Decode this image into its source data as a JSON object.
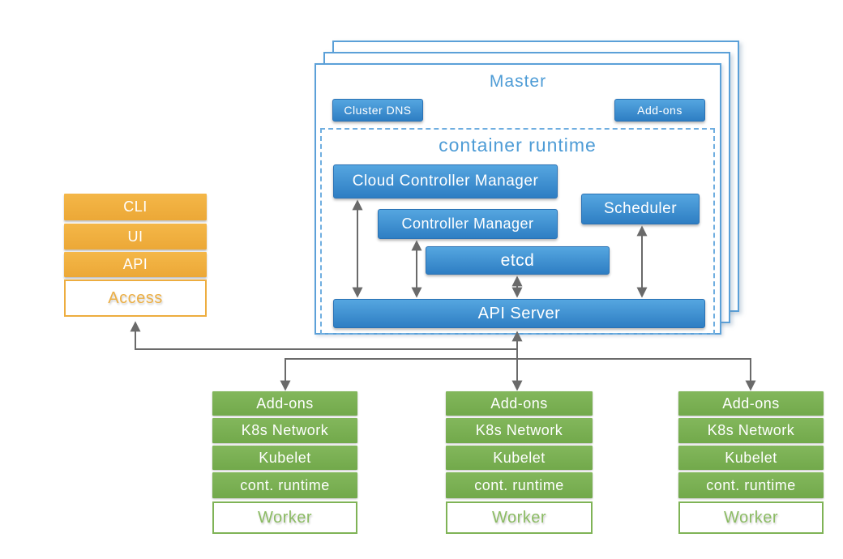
{
  "diagram": {
    "master": {
      "title": "Master",
      "cluster_dns_label": "Cluster DNS",
      "addons_label": "Add-ons",
      "container_runtime": {
        "title": "container runtime",
        "cloud_controller_manager": "Cloud Controller Manager",
        "controller_manager": "Controller Manager",
        "scheduler": "Scheduler",
        "etcd": "etcd",
        "api_server": "API Server"
      }
    },
    "access_stack": {
      "items": [
        "CLI",
        "UI",
        "API"
      ],
      "label": "Access"
    },
    "worker_stack": {
      "rows": [
        "Add-ons",
        "K8s Network",
        "Kubelet",
        "cont. runtime"
      ],
      "label": "Worker",
      "count": 3
    },
    "colors": {
      "blue_component_top": "#55A6E0",
      "blue_component_bottom": "#2E7EC3",
      "blue_border": "#5BA0D8",
      "blue_title_text": "#4E9CD6",
      "orange_box": "#EFAF40",
      "orange_label_text": "#ECAF45",
      "green_box": "#7AB054",
      "green_label_text": "#8CBC64",
      "arrow_gray": "#6A6A6A",
      "white_text": "#FFFFFF"
    }
  }
}
